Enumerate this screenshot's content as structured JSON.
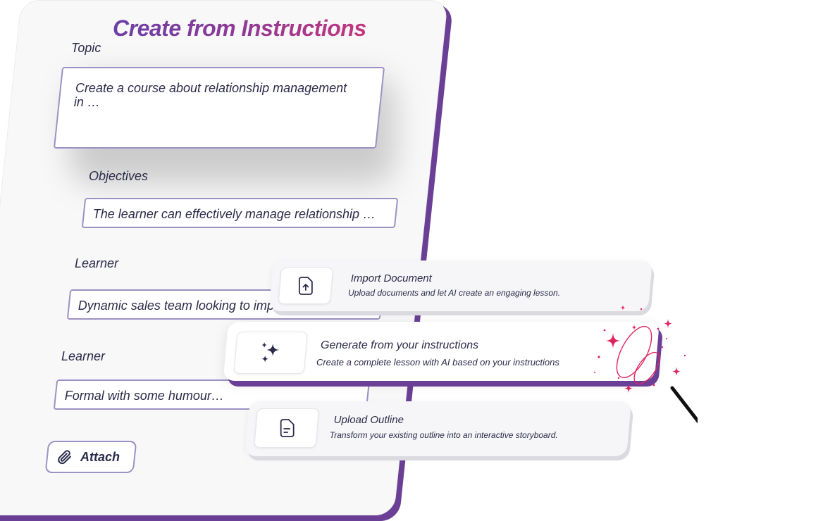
{
  "panel": {
    "title": "Create from Instructions",
    "topic_label": "Topic",
    "topic_value_line1": "Create a course about relationship management",
    "topic_value_line2": "in …",
    "objectives_label": "Objectives",
    "objectives_value": "The learner can effectively manage relationship …",
    "learner_label_1": "Learner",
    "learner_value_1": "Dynamic sales team looking to improve skills…",
    "learner_label_2": "Learner",
    "learner_value_2": "Formal with some humour…",
    "attach_label": "Attach"
  },
  "options": [
    {
      "title": "Import Document",
      "subtitle": "Upload documents and let AI create an engaging lesson.",
      "icon": "document-upload-icon"
    },
    {
      "title": "Generate from your instructions",
      "subtitle": "Create a complete lesson with AI based on your instructions",
      "icon": "sparkles-icon",
      "selected": true
    },
    {
      "title": "Upload Outline",
      "subtitle": "Transform your existing outline into an interactive storyboard.",
      "icon": "outline-document-icon"
    }
  ],
  "colors": {
    "accent_purple": "#6a3f95",
    "title_gradient_start": "#6b3fa6",
    "title_gradient_end": "#c4367d",
    "field_border": "#9d91c3",
    "sparkle_pink": "#e0245e"
  }
}
